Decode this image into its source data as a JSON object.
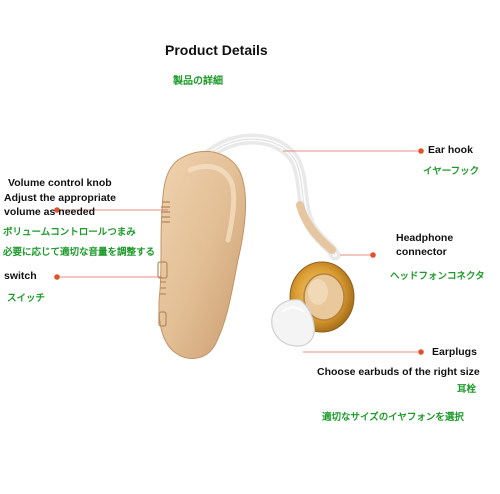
{
  "title": "Product Details",
  "subtitle_jp": "製品の詳細",
  "labels": {
    "volume": {
      "line1": "Volume control knob",
      "line2": "Adjust the appropriate",
      "line3": "volume as needed",
      "jp1": "ボリュームコントロールつまみ",
      "jp2": "必要に応じて適切な音量を調整する"
    },
    "switch": {
      "en": "switch",
      "jp": "スイッチ"
    },
    "ear_hook": {
      "en": "Ear hook",
      "jp": "イヤーフック"
    },
    "headphone": {
      "line1": "Headphone",
      "line2": "connector",
      "jp": "ヘッドフォンコネクタ"
    },
    "earplugs": {
      "en": "Earplugs",
      "desc": "Choose earbuds of the right size",
      "jp1": "耳栓",
      "jp2": "適切なサイズのイヤフォンを選択"
    }
  },
  "colors": {
    "body": "#e6c59e",
    "body_shadow": "#d1a97d",
    "ring_gold": "#e0a43a",
    "ring_dark": "#a8701c",
    "leader": "#e2675a",
    "dot": "#e2522a",
    "jp_text": "#1d9a2b"
  }
}
